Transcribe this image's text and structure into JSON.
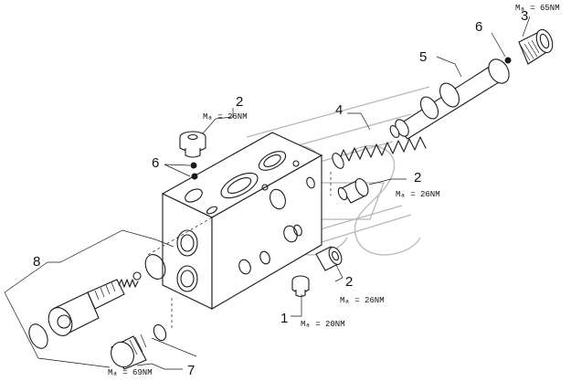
{
  "callouts": [
    {
      "id": "c3",
      "number": "3",
      "torque": "Mₐ = 65NM"
    },
    {
      "id": "c6a",
      "number": "6",
      "torque": ""
    },
    {
      "id": "c5",
      "number": "5",
      "torque": ""
    },
    {
      "id": "c2a",
      "number": "2",
      "torque": "Mₐ = 26NM"
    },
    {
      "id": "c4",
      "number": "4",
      "torque": ""
    },
    {
      "id": "c6b",
      "number": "6",
      "torque": ""
    },
    {
      "id": "c2b",
      "number": "2",
      "torque": "Mₐ = 26NM"
    },
    {
      "id": "c8",
      "number": "8",
      "torque": ""
    },
    {
      "id": "c2c",
      "number": "2",
      "torque": "Mₐ = 26NM"
    },
    {
      "id": "c1",
      "number": "1",
      "torque": "Mₐ = 20NM"
    },
    {
      "id": "c7",
      "number": "7",
      "torque": "Mₐ = 69NM"
    }
  ],
  "icons": [
    "valve-block",
    "spring",
    "spool",
    "plug",
    "o-ring",
    "seal-ball",
    "relief-valve-cartridge"
  ]
}
